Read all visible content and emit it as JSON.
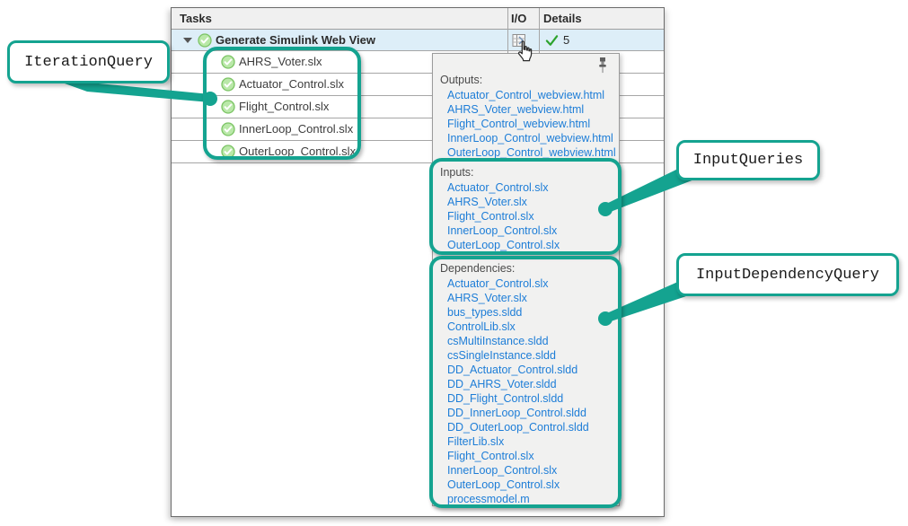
{
  "table": {
    "columns": [
      "Tasks",
      "I/O",
      "Details"
    ],
    "parent_task": {
      "label": "Generate Simulink Web View",
      "details_count": "5"
    },
    "subtasks": [
      "AHRS_Voter.slx",
      "Actuator_Control.slx",
      "Flight_Control.slx",
      "InnerLoop_Control.slx",
      "OuterLoop_Control.slx"
    ]
  },
  "popup": {
    "outputs_label": "Outputs:",
    "outputs": [
      "Actuator_Control_webview.html",
      "AHRS_Voter_webview.html",
      "Flight_Control_webview.html",
      "InnerLoop_Control_webview.html",
      "OuterLoop_Control_webview.html"
    ],
    "inputs_label": "Inputs:",
    "inputs": [
      "Actuator_Control.slx",
      "AHRS_Voter.slx",
      "Flight_Control.slx",
      "InnerLoop_Control.slx",
      "OuterLoop_Control.slx"
    ],
    "dependencies_label": "Dependencies:",
    "dependencies": [
      "Actuator_Control.slx",
      "AHRS_Voter.slx",
      "bus_types.sldd",
      "ControlLib.slx",
      "csMultiInstance.sldd",
      "csSingleInstance.sldd",
      "DD_Actuator_Control.sldd",
      "DD_AHRS_Voter.sldd",
      "DD_Flight_Control.sldd",
      "DD_InnerLoop_Control.sldd",
      "DD_OuterLoop_Control.sldd",
      "FilterLib.slx",
      "Flight_Control.slx",
      "InnerLoop_Control.slx",
      "OuterLoop_Control.slx",
      "processmodel.m"
    ]
  },
  "callouts": {
    "iteration_query": "IterationQuery",
    "input_queries": "InputQueries",
    "input_dependency_query": "InputDependencyQuery"
  },
  "icons": {
    "expander": "chevron-down-expanded",
    "task_status": "check-circle-green",
    "details_status": "green-check",
    "io_button": "io-report-icon",
    "pin": "pushpin-icon",
    "cursor": "hand-pointer-cursor"
  },
  "colors": {
    "annotation_teal": "#14a390",
    "link_blue": "#1d7dd7",
    "status_green": "#2da32d",
    "selected_row_blue": "#ddeef8",
    "header_gray": "#f0f0f0",
    "popup_gray": "#f1f1f0"
  }
}
